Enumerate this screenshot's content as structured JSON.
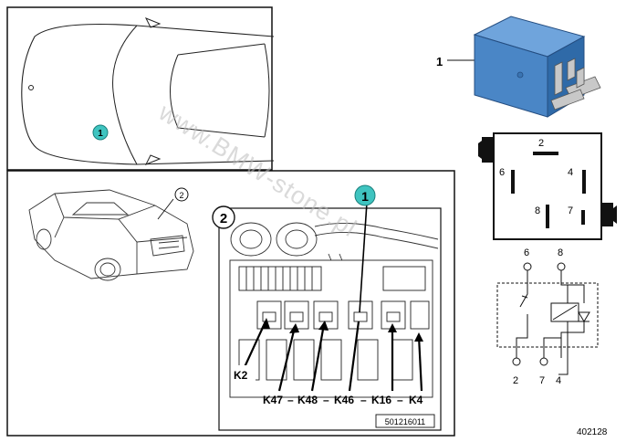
{
  "callouts": {
    "part_number": "1",
    "overview_marker": "1",
    "relay_marker": "1",
    "detail_view_number": "2",
    "car_view_number": "2"
  },
  "pinout": {
    "pins": [
      "2",
      "6",
      "4",
      "8",
      "7"
    ]
  },
  "schematic": {
    "top_terminals": [
      "6",
      "8"
    ],
    "bottom_terminals": [
      "2",
      "7",
      "4"
    ]
  },
  "relay_labels": {
    "k2": "K2",
    "k47": "K47",
    "k48": "K48",
    "k46": "K46",
    "k16": "K16",
    "k4": "K4",
    "separator": "–"
  },
  "codes": {
    "drawing_code": "501216011",
    "figure_number": "402128"
  },
  "watermark": "www.BMW-stone.pl",
  "colors": {
    "relay_blue": "#4a86c6",
    "callout_teal": "#3fc4c0",
    "line": "#111111"
  }
}
